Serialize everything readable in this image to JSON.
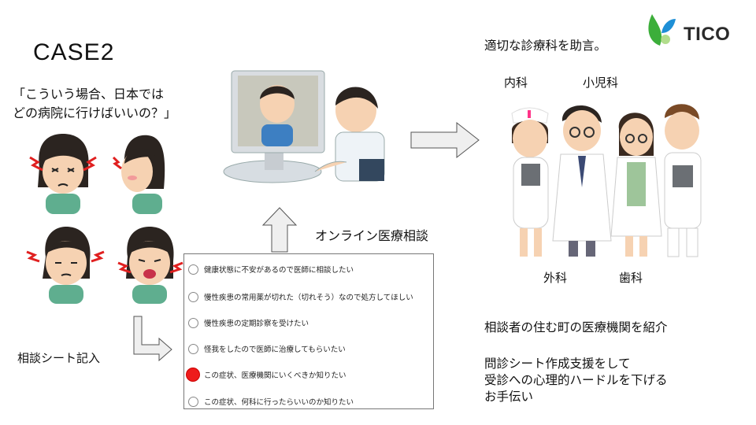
{
  "case_title": "CASE2",
  "question_lines": [
    "「こういう場合、日本では",
    "どの病院に行けばいいの？」"
  ],
  "form_label": "相談シート記入",
  "online_label": "オンライン医療相談",
  "form_options": [
    {
      "label": "健康状態に不安があるので医師に相談したい",
      "selected": false
    },
    {
      "label": "慢性疾患の常用薬が切れた（切れそう）なので処方してほしい",
      "selected": false
    },
    {
      "label": "慢性疾患の定期診察を受けたい",
      "selected": false
    },
    {
      "label": "怪我をしたので医師に治療してもらいたい",
      "selected": false
    },
    {
      "label": "この症状、医療機関にいくべきか知りたい",
      "selected": true
    },
    {
      "label": "この症状、何科に行ったらいいのか知りたい",
      "selected": false
    }
  ],
  "advice_title": "適切な診療科を助言。",
  "departments": {
    "internal": "内科",
    "pediatrics": "小児科",
    "surgery": "外科",
    "dentistry": "歯科"
  },
  "introduce_text": "相談者の住む町の医療機関を紹介",
  "support_lines": [
    "問診シート作成支援をして",
    "受診への心理的ハードルを下げる",
    "お手伝い"
  ],
  "logo": {
    "text": "TICO",
    "leaf_green": "#3cae3a",
    "leaf_blue": "#1e8fd6"
  },
  "colors": {
    "selected_radio": "#ee1b1b",
    "arrow_stroke": "#555555",
    "arrow_fill": "#efefef"
  }
}
